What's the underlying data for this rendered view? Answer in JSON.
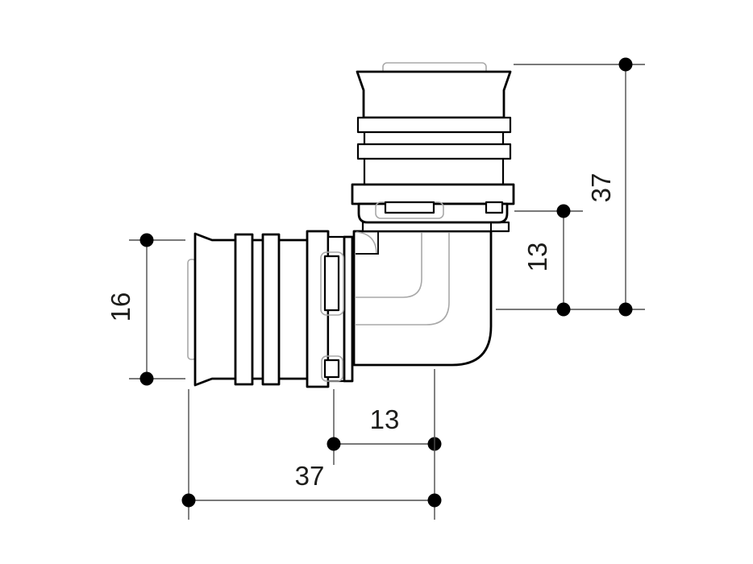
{
  "drawing": {
    "subject": "90-degree elbow press fitting, side elevation",
    "dimensions": {
      "right_overall": {
        "value": "37",
        "orientation": "vertical"
      },
      "right_offset": {
        "value": "13",
        "orientation": "vertical"
      },
      "left_bore": {
        "value": "16",
        "orientation": "vertical"
      },
      "bottom_offset": {
        "value": "13",
        "orientation": "horizontal"
      },
      "bottom_overall": {
        "value": "37",
        "orientation": "horizontal"
      }
    },
    "colors": {
      "outline": "#000000",
      "hidden_detail": "#a8a8a8",
      "dimension_line": "#4d4d4d",
      "dimension_dot": "#000000",
      "dimension_text": "#1d1d1b",
      "background": "#ffffff"
    }
  }
}
